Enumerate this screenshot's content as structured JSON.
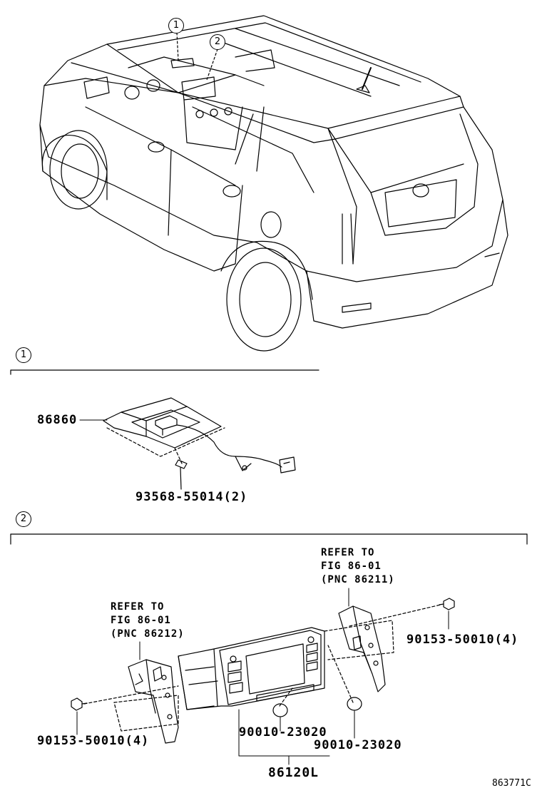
{
  "callouts": {
    "one": "1",
    "two": "2"
  },
  "section1": {
    "marker": "1",
    "part_86860": "86860",
    "part_93568": "93568-55014(2)"
  },
  "section2": {
    "marker": "2",
    "refer_left": "REFER TO\nFIG 86-01\n(PNC 86212)",
    "refer_right": "REFER TO\nFIG 86-01\n(PNC 86211)",
    "bolt_right": "90153-50010(4)",
    "bolt_left": "90153-50010(4)",
    "cap_left": "90010-23020",
    "cap_right": "90010-23020",
    "assembly": "86120L"
  },
  "figure_id": "863771C"
}
